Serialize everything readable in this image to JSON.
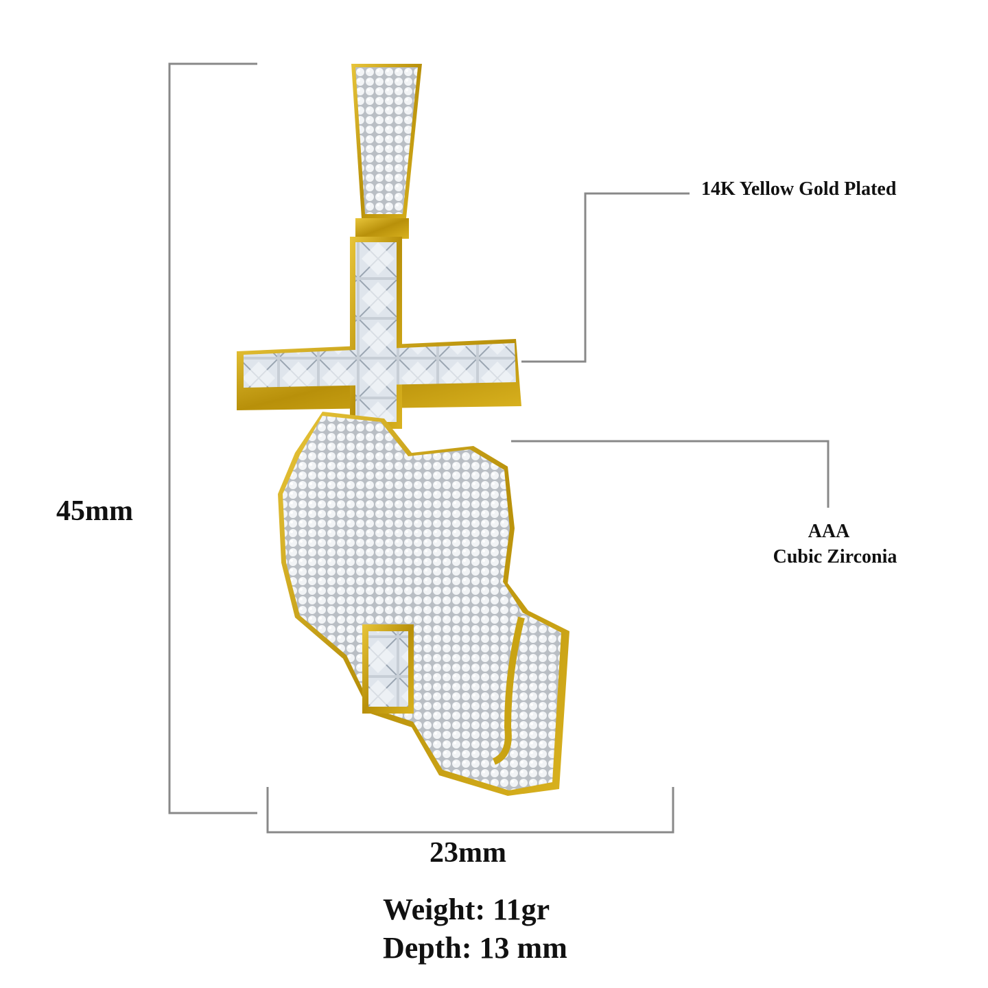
{
  "dimensions": {
    "height_label": "45mm",
    "width_label": "23mm"
  },
  "callouts": {
    "material": "14K Yellow Gold Plated",
    "stone_grade": "AAA",
    "stone_type": "Cubic Zirconia"
  },
  "specs": {
    "weight": "Weight: 11gr",
    "depth": "Depth: 13 mm"
  },
  "colors": {
    "gold": "#c9a313",
    "stone": "#e6ebf0",
    "dimension_line": "#888888"
  }
}
